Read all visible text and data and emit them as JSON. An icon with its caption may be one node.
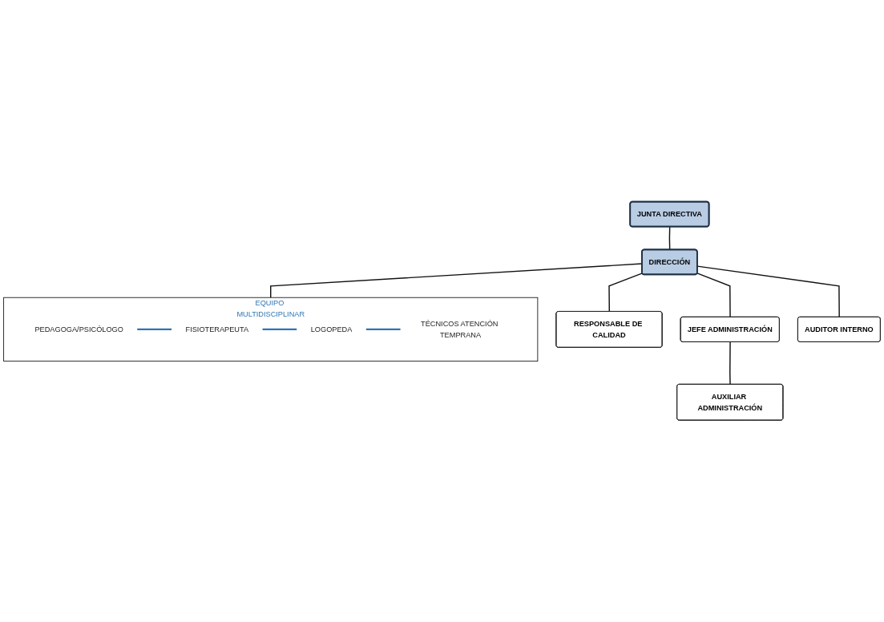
{
  "diagram": {
    "nodes": [
      {
        "text": [
          "JUNTA DIRECTIVA"
        ]
      },
      {
        "text": [
          "DIRECCIÓN"
        ]
      },
      {
        "text": [
          "RESPONSABLE DE CALIDAD"
        ]
      },
      {
        "text": [
          "JEFE ADMINISTRACIÓN"
        ]
      },
      {
        "text": [
          "AUDITOR INTERNO"
        ]
      },
      {
        "text": [
          "AUXILIAR ADMINISTRACIÓN"
        ]
      },
      {
        "text": [
          "EQUIPO MULTIDISCIPLINAR"
        ]
      },
      {
        "text": [
          "PEDAGOGA/PSICÓLOGO"
        ],
        "in": 6
      },
      {
        "text": [
          "FISIOTERAPEUTA"
        ],
        "in": 6
      },
      {
        "text": [
          "LOGOPEDA"
        ],
        "in": 6
      },
      {
        "text": [
          "TÉCNICOS ATENCIÓN TEMPRANA"
        ],
        "in": 6
      }
    ],
    "edges": [
      {
        "from": 0,
        "to": 1,
        "arrow": "none"
      },
      {
        "from": 1,
        "to": 2,
        "arrow": "none"
      },
      {
        "from": 1,
        "to": 3,
        "arrow": "none"
      },
      {
        "from": 3,
        "to": 5,
        "arrow": "none"
      },
      {
        "from": 1,
        "to": 4,
        "arrow": "none"
      },
      {
        "from": 1,
        "to": 6,
        "arrow": "none"
      },
      {
        "from": 7,
        "to": 8,
        "arrow": "none",
        "color": "#2e75b6"
      },
      {
        "from": 8,
        "to": 9,
        "arrow": "none",
        "color": "#2e75b6"
      },
      {
        "from": 9,
        "to": 10,
        "arrow": "none",
        "color": "#2e75b6"
      }
    ]
  }
}
